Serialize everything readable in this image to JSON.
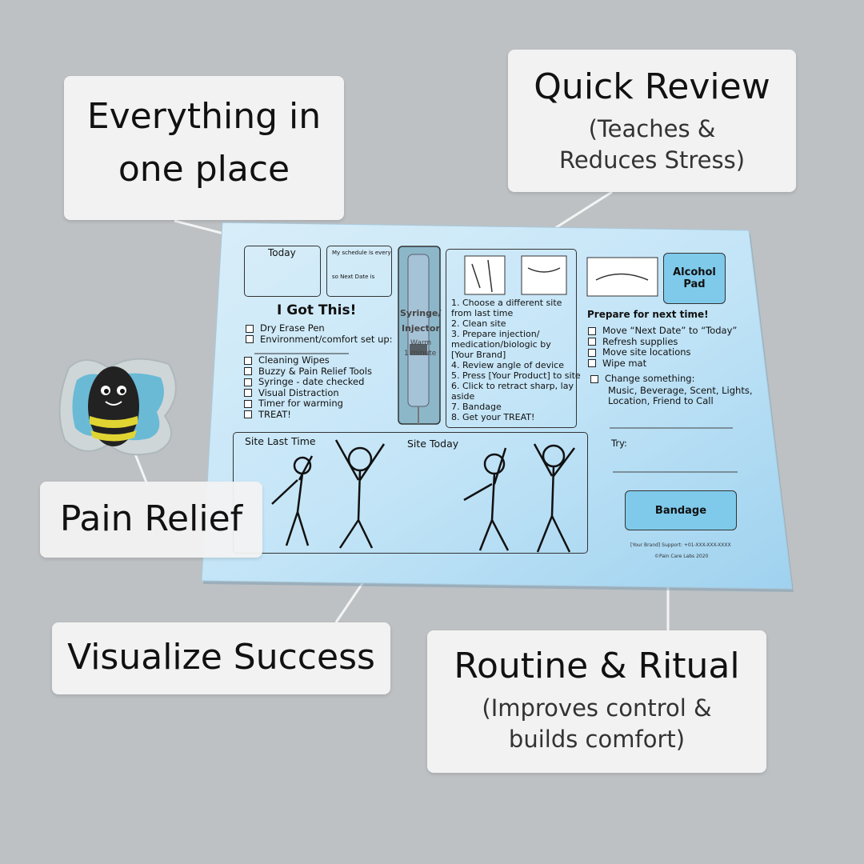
{
  "callouts": {
    "everything": {
      "line1": "Everything in",
      "line2": "one place"
    },
    "quick_review": {
      "title": "Quick Review",
      "sub1": "(Teaches &",
      "sub2": "Reduces Stress)"
    },
    "pain_relief": {
      "title": "Pain Relief"
    },
    "visualize": {
      "title": "Visualize Success"
    },
    "routine": {
      "title": "Routine & Ritual",
      "sub1": "(Improves control &",
      "sub2": "builds comfort)"
    }
  },
  "mat": {
    "today": "Today",
    "schedule": "My schedule is every",
    "next_date": "so Next Date is",
    "i_got_this": "I Got This!",
    "checklist_a": [
      "Dry Erase Pen",
      "Environment/comfort set up:"
    ],
    "checklist_b": [
      "Cleaning Wipes",
      "Buzzy & Pain Relief Tools",
      "Syringe - date checked",
      "Visual Distraction",
      "Timer for warming",
      "TREAT!"
    ],
    "syringe_label1": "Syringe/",
    "syringe_label2": "Injector",
    "syringe_warm": "Warm",
    "syringe_minute": "1 minute",
    "steps": [
      "1.  Choose a different site",
      "     from last time",
      "2.  Clean site",
      "3.  Prepare injection/",
      "     medication/biologic by",
      "     [Your Brand]",
      "4.  Review angle of device",
      "5.  Press [Your Product] to site",
      "6.  Click to retract sharp, lay",
      "     aside",
      "7.  Bandage",
      "8.  Get your TREAT!"
    ],
    "alcohol_pad1": "Alcohol",
    "alcohol_pad2": "Pad",
    "prepare_title": "Prepare for next time!",
    "prepare_items": [
      "Move “Next Date” to “Today”",
      "Refresh supplies",
      "Move site locations",
      "Wipe mat"
    ],
    "change_title": "Change something:",
    "change_lines": [
      "Music, Beverage, Scent, Lights,",
      "Location, Friend to Call"
    ],
    "try_label": "Try:",
    "bandage": "Bandage",
    "site_last": "Site Last Time",
    "site_today": "Site Today",
    "support": "[Your Brand] Support: +01-XXX-XXX-XXXX",
    "copyright": "©Pain Care Labs 2020"
  },
  "colors": {
    "background": "#bdc1c4",
    "callout": "#f2f2f2",
    "mat_light": "#d9eef9",
    "mat_dark": "#9fd2ef",
    "pad_button": "#7fcaeb"
  }
}
